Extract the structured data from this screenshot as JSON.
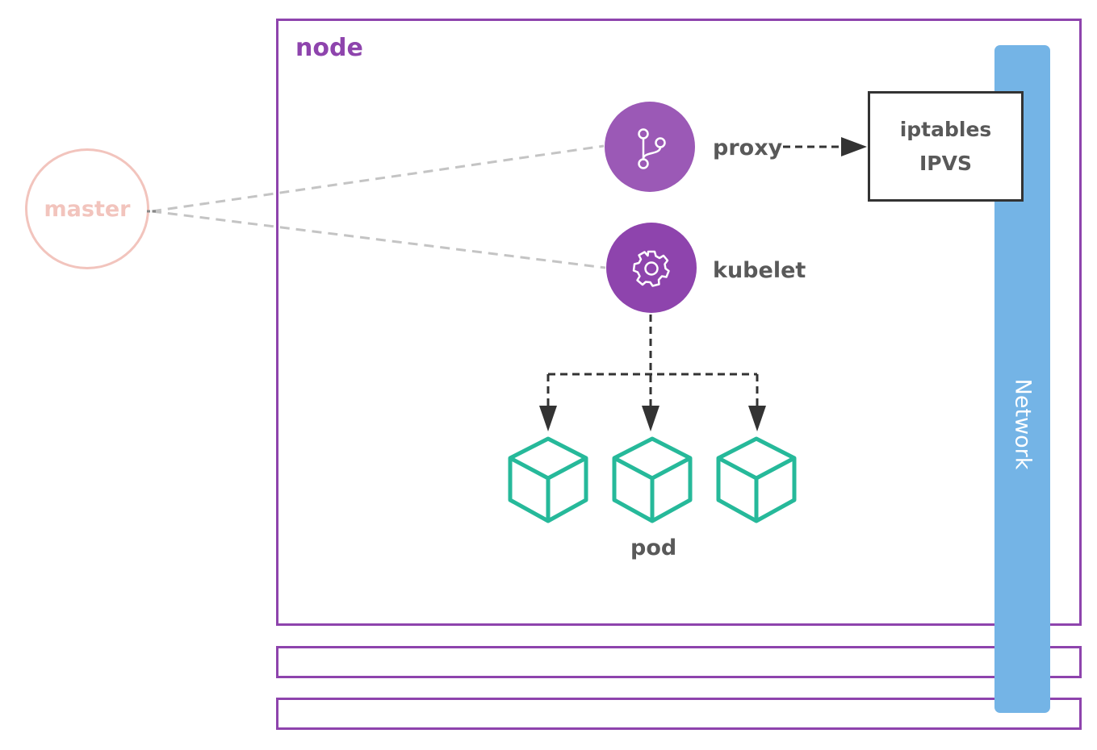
{
  "node": {
    "label": "node"
  },
  "master": {
    "label": "master"
  },
  "proxy": {
    "label": "proxy",
    "icon": "branch-icon",
    "color": "#9b59b6"
  },
  "kubelet": {
    "label": "kubelet",
    "icon": "gear-icon",
    "color": "#8e44ad"
  },
  "iptables": {
    "line1": "iptables",
    "line2": "IPVS"
  },
  "pods": {
    "label": "pod",
    "icon": "cube-icon",
    "count": 3,
    "color": "#26b99a"
  },
  "network": {
    "label": "Network",
    "color": "#74b4e6"
  }
}
